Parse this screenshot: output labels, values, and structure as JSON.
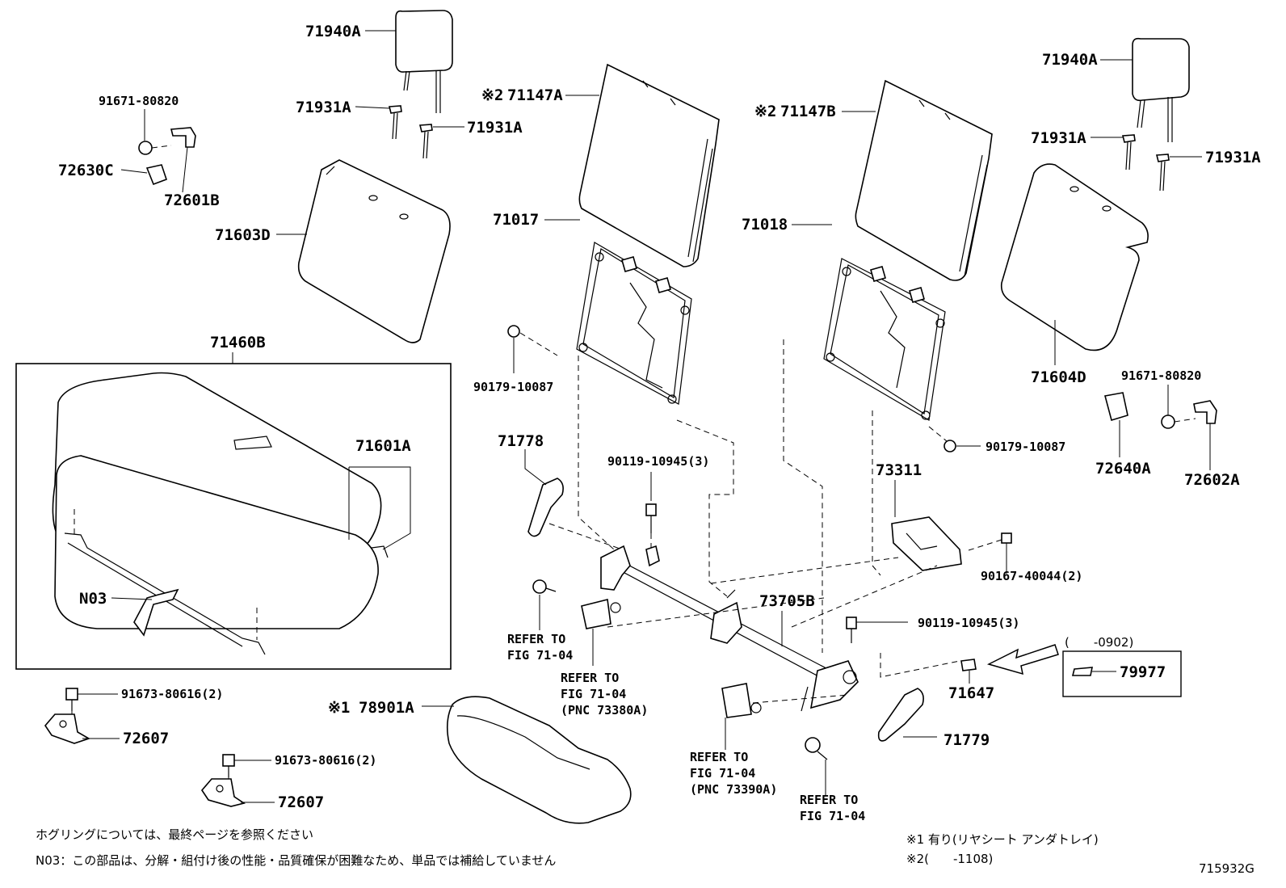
{
  "labels": {
    "p71940A_l": "71940A",
    "p71940A_r": "71940A",
    "p91671_l": "91671-80820",
    "p91671_r": "91671-80820",
    "p71931A_1": "71931A",
    "p71931A_2": "71931A",
    "p71931A_3": "71931A",
    "p71931A_4": "71931A",
    "p72630C": "72630C",
    "p72601B": "72601B",
    "p71603D": "71603D",
    "p71604D": "71604D",
    "p71147A": "71147A",
    "p71147B": "71147B",
    "mark2_a": "※2",
    "mark2_b": "※2",
    "p71017": "71017",
    "p71018": "71018",
    "p71460B": "71460B",
    "p71601A": "71601A",
    "pN03": "N03",
    "p90179_l": "90179-10087",
    "p90179_r": "90179-10087",
    "p71778": "71778",
    "p90119_a": "90119-10945(3)",
    "p90119_b": "90119-10945(3)",
    "p73311": "73311",
    "p72640A": "72640A",
    "p72602A": "72602A",
    "p90167": "90167-40044(2)",
    "p73705B": "73705B",
    "ref1_a": "REFER TO",
    "ref1_b": "FIG 71-04",
    "ref2_a": "REFER TO",
    "ref2_b": "FIG 71-04",
    "ref2_c": "(PNC 73380A)",
    "ref3_a": "REFER TO",
    "ref3_b": "FIG 71-04",
    "ref3_c": "(PNC 73390A)",
    "ref4_a": "REFER TO",
    "ref4_b": "FIG 71-04",
    "p71647": "71647",
    "p71779": "71779",
    "p91673_a": "91673-80616(2)",
    "p91673_b": "91673-80616(2)",
    "p72607_a": "72607",
    "p72607_b": "72607",
    "mark1": "※1",
    "p78901A": "78901A",
    "range_box": "(　　-0902)",
    "p79977": "79977"
  },
  "notes": {
    "line1": "ホグリングについては、最終ページを参照ください",
    "line2": "N03：この部品は、分解・組付け後の性能・品質確保が困難なため、単品では補給していません",
    "foot1": "※1 有り(リヤシート アンダトレイ)",
    "foot2": "※2(　　-1108)",
    "code": "715932G"
  }
}
